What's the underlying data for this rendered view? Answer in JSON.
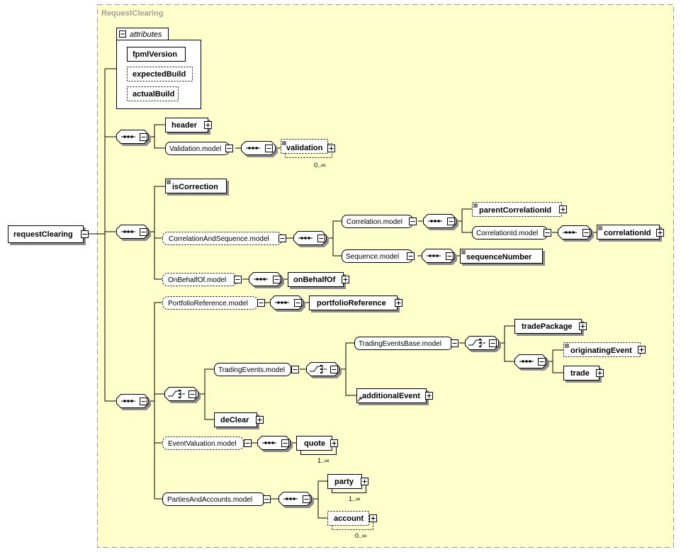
{
  "panel": {
    "title": "RequestClearing",
    "background": "#ffffcc",
    "border": "#999999"
  },
  "root": {
    "label": "requestClearing"
  },
  "attributes": {
    "label": "attributes",
    "items": [
      "fpmlVersion",
      "expectedBuild",
      "actualBuild"
    ]
  },
  "elements": {
    "header": "header",
    "validation_model": "Validation.model",
    "validation": "validation",
    "validation_card": "0..∞",
    "isCorrection": "isCorrection",
    "correlation_and_sequence_model": "CorrelationAndSequence.model",
    "correlation_model": "Correlation.model",
    "parentCorrelationId": "parentCorrelationId",
    "correlationId_model": "CorrelationId.model",
    "correlationId": "correlationId",
    "sequence_model": "Sequence.model",
    "sequenceNumber": "sequenceNumber",
    "onBehalfOf_model": "OnBehalfOf.model",
    "onBehalfOf": "onBehalfOf",
    "portfolioReference_model": "PortfolioReference.model",
    "portfolioReference": "portfolioReference",
    "tradingEvents_model": "TradingEvents.model",
    "tradingEventsBase_model": "TradingEventsBase.model",
    "tradePackage": "tradePackage",
    "originatingEvent": "originatingEvent",
    "trade": "trade",
    "additionalEvent": "additionalEvent",
    "deClear": "deClear",
    "eventValuation_model": "EventValuation.model",
    "quote": "quote",
    "quote_card": "1..∞",
    "partiesAndAccounts_model": "PartiesAndAccounts.model",
    "party": "party",
    "party_card": "1..∞",
    "account": "account",
    "account_card": "0..∞"
  }
}
